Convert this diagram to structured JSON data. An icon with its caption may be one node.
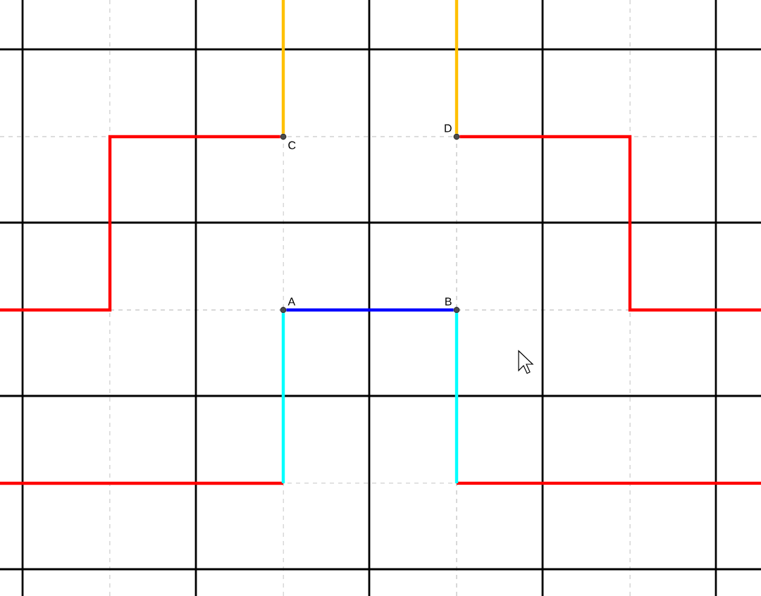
{
  "diagram": {
    "nodes": [
      {
        "text": [
          "A"
        ]
      },
      {
        "text": [
          "B"
        ]
      },
      {
        "text": [
          "C"
        ]
      },
      {
        "text": [
          "D"
        ]
      }
    ],
    "edges": [
      {
        "from": 0,
        "to": 1,
        "arrow": "none",
        "color": "#0000ff"
      },
      {
        "from": 2,
        "to": null,
        "arrow": "none",
        "color": "#ffc000"
      },
      {
        "from": 3,
        "to": null,
        "arrow": "none",
        "color": "#ffc000"
      },
      {
        "from": 2,
        "to": null,
        "arrow": "none",
        "color": "#ff0000"
      },
      {
        "from": 3,
        "to": null,
        "arrow": "none",
        "color": "#ff0000"
      },
      {
        "from": 0,
        "to": null,
        "arrow": "none",
        "color": "#00ffff"
      },
      {
        "from": 1,
        "to": null,
        "arrow": "none",
        "color": "#00ffff"
      }
    ]
  }
}
